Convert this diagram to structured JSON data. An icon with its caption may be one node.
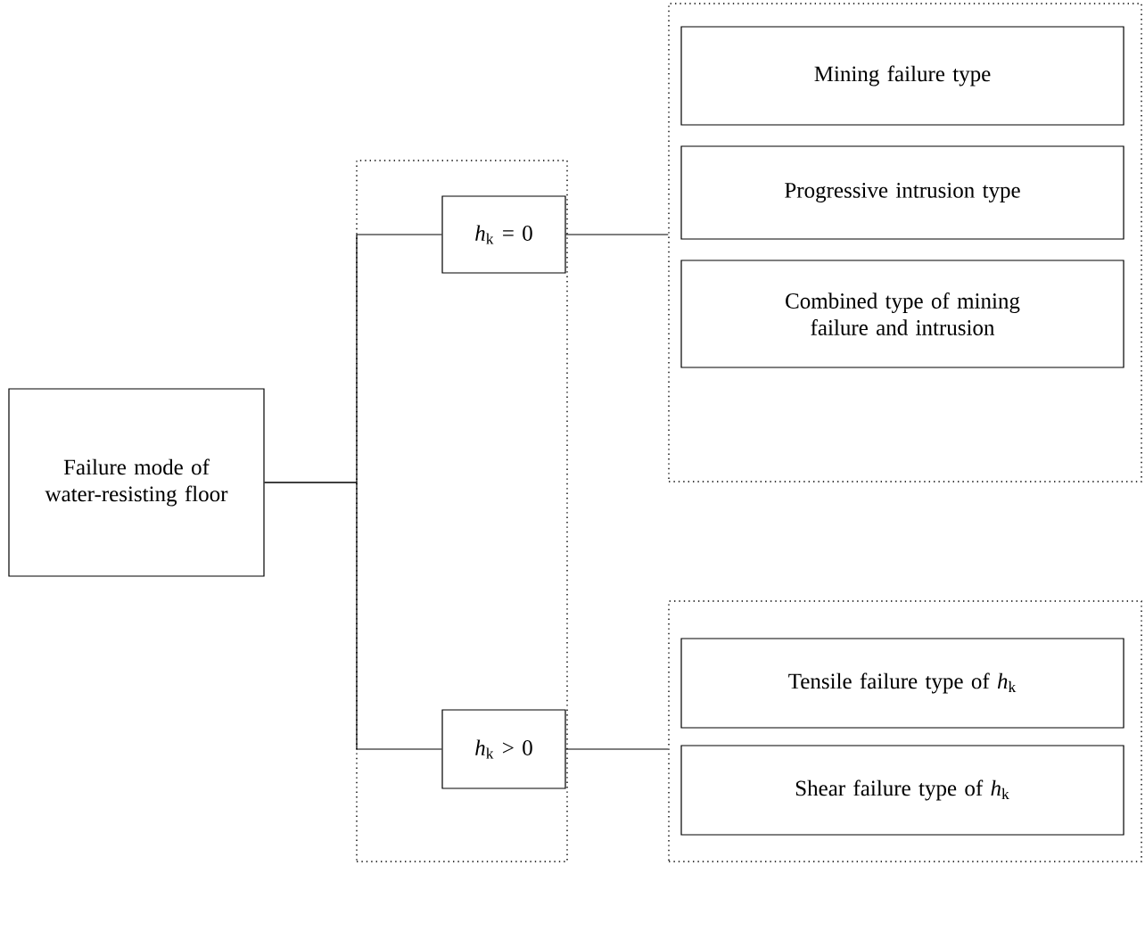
{
  "diagram": {
    "nodes": [
      {
        "text": [
          "Failure mode of water-resisting floor"
        ]
      },
      {
        "text": [],
        "shape": "box"
      },
      {
        "text": [
          "*h*$_{k}$ = 0"
        ],
        "in": 1
      },
      {
        "text": [
          "*h*$_{k}$ > 0"
        ],
        "in": 1
      },
      {
        "text": [],
        "shape": "box"
      },
      {
        "text": [
          "Mining failure type"
        ],
        "in": 4
      },
      {
        "text": [
          "Progressive intrusion type"
        ],
        "in": 4
      },
      {
        "text": [
          "Combined type of mining failure and intrusion"
        ],
        "in": 4
      },
      {
        "text": [],
        "shape": "box"
      },
      {
        "text": [
          "Tensile failure type of *h*$_{k}$"
        ],
        "in": 8
      },
      {
        "text": [
          "Shear failure type of *h*$_{k}$"
        ],
        "in": 8
      }
    ],
    "edges": [
      {
        "from": 0,
        "to": 2,
        "arrow": "none"
      },
      {
        "from": 0,
        "to": 3,
        "arrow": "none"
      },
      {
        "from": 2,
        "to": 4,
        "arrow": "none"
      },
      {
        "from": 3,
        "to": 8,
        "arrow": "none"
      }
    ]
  }
}
